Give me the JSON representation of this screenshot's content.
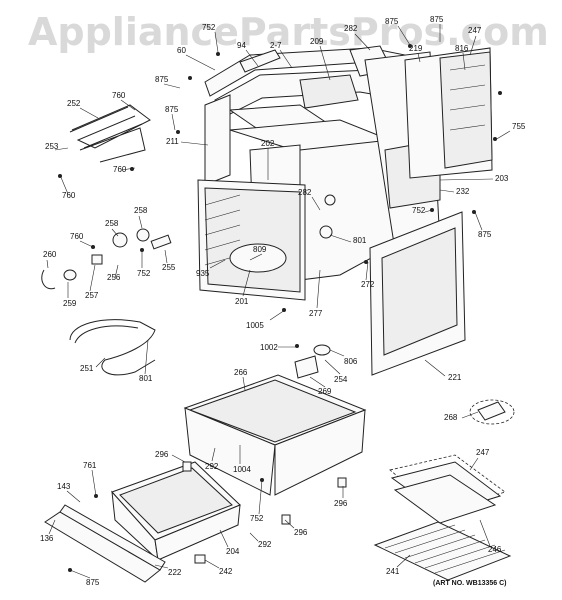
{
  "watermark": "AppliancePartsPros.com",
  "art_no": "(ART NO. WB13356 C)",
  "labels": [
    "752",
    "875",
    "247",
    "282",
    "875",
    "60",
    "94",
    "2-7",
    "209",
    "219",
    "816",
    "875",
    "252",
    "760",
    "875",
    "755",
    "211",
    "253",
    "202",
    "203",
    "760",
    "760",
    "232",
    "282",
    "875",
    "752",
    "258",
    "258",
    "760",
    "801",
    "809",
    "260",
    "256",
    "752",
    "255",
    "935",
    "272",
    "259",
    "257",
    "277",
    "201",
    "1005",
    "1002",
    "806",
    "251",
    "801",
    "266",
    "254",
    "269",
    "221",
    "268",
    "296",
    "292",
    "1004",
    "761",
    "143",
    "247",
    "752",
    "296",
    "296",
    "292",
    "204",
    "136",
    "875",
    "222",
    "242",
    "246",
    "241"
  ]
}
